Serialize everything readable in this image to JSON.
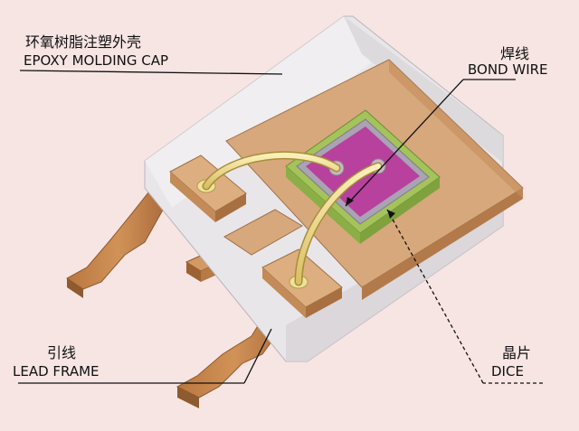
{
  "labels": {
    "epoxy_cn": "环氧树脂注塑外壳",
    "epoxy_en": "EPOXY MOLDING CAP",
    "bond_cn": "焊线",
    "bond_en": "BOND WIRE",
    "lead_cn": "引线",
    "lead_en": "LEAD FRAME",
    "dice_cn": "晶片",
    "dice_en": "DICE"
  },
  "colors": {
    "background": "#f6e5e3",
    "copper": "#c8874f",
    "copper_dark": "#9c6234",
    "pad": "#d9a97a",
    "die_magenta": "#b43c9c",
    "die_green": "#8fbf49",
    "wire": "#f2df8a",
    "epoxy": "#e6e3e6"
  }
}
